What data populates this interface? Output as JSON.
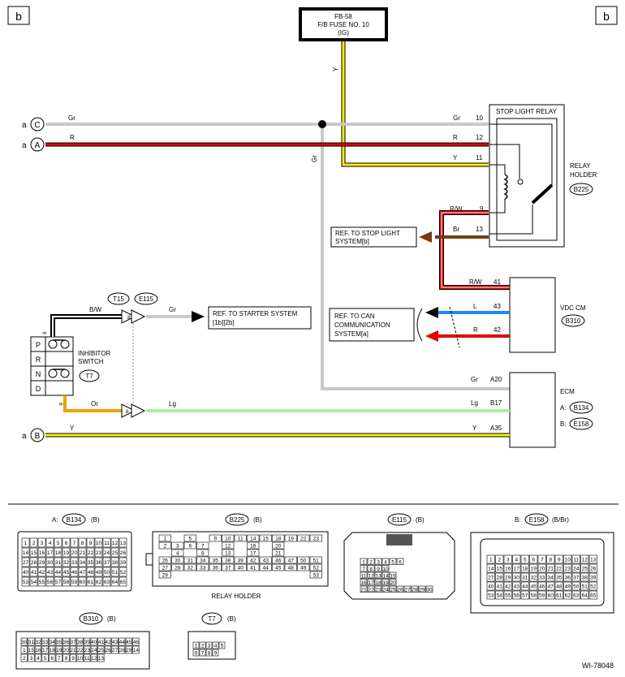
{
  "corner_marks": {
    "left": "b",
    "right": "b"
  },
  "fuse": {
    "line1": "FB-58",
    "line2": "F/B FUSE NO. 10",
    "line3": "(IG)"
  },
  "connectors_left": [
    {
      "prefix": "a",
      "letter": "C"
    },
    {
      "prefix": "a",
      "letter": "A"
    },
    {
      "prefix": "a",
      "letter": "B"
    }
  ],
  "wires": {
    "y_fuse": "Y",
    "gr_left": "Gr",
    "r_left": "R",
    "gr_vert": "Gr",
    "gr_10": "Gr",
    "r_12": "R",
    "y_11": "Y",
    "rw_9": "R/W",
    "br_13": "Br",
    "rw_41": "R/W",
    "l_43": "L",
    "r_42": "R",
    "gr_a20": "Gr",
    "lg_b17": "Lg",
    "y_a35": "Y",
    "bw": "B/W",
    "gr_starter": "Gr",
    "or": "Or",
    "lg": "Lg",
    "y_bottom": "Y"
  },
  "pins": {
    "p10": "10",
    "p12": "12",
    "p11": "11",
    "p9": "9",
    "p13": "13",
    "p41": "41",
    "p43": "43",
    "p42": "42",
    "a20": "A20",
    "b17": "B17",
    "a35": "A35",
    "inh9": "9",
    "inh6": "6",
    "c8": "8",
    "c6": "6"
  },
  "relay": {
    "title": "STOP LIGHT RELAY",
    "holder1": "RELAY",
    "holder2": "HOLDER",
    "code": "B225"
  },
  "refs": {
    "stop1": "REF. TO STOP LIGHT",
    "stop2": "SYSTEM[b]",
    "starter1": "REF. TO STARTER SYSTEM",
    "starter2": "[1b][2b]",
    "can1": "REF. TO CAN",
    "can2": "COMMUNICATION",
    "can3": "SYSTEM[a]"
  },
  "vdc": {
    "label": "VDC CM",
    "code": "B310"
  },
  "ecm": {
    "label": "ECM",
    "a_label": "A:",
    "a_code": "B134",
    "b_label": "B:",
    "b_code": "E158"
  },
  "inhibitor": {
    "label1": "INHIBITOR",
    "label2": "SWITCH",
    "code": "T7",
    "positions": [
      "P",
      "R",
      "N",
      "D"
    ]
  },
  "junction": {
    "t15": "T15",
    "e115": "E115"
  },
  "bottom_connectors": {
    "b134": {
      "prefix": "A:",
      "code": "B134",
      "color": "(B)"
    },
    "b225": {
      "code": "B225",
      "color": "(B)",
      "caption": "RELAY HOLDER"
    },
    "e115": {
      "code": "E115",
      "color": "(B)"
    },
    "e158": {
      "prefix": "B:",
      "code": "E158",
      "color": "(B/Br)"
    },
    "b310": {
      "code": "B310",
      "color": "(B)"
    },
    "t7": {
      "code": "T7",
      "color": "(B)"
    }
  },
  "pin_tables": {
    "b134": [
      [
        "1",
        "2",
        "3",
        "4",
        "5",
        "6",
        "7",
        "8",
        "9",
        "10",
        "11",
        "12",
        "13"
      ],
      [
        "14",
        "15",
        "16",
        "17",
        "18",
        "19",
        "20",
        "21",
        "22",
        "23",
        "24",
        "25",
        "26"
      ],
      [
        "27",
        "28",
        "29",
        "30",
        "31",
        "32",
        "33",
        "34",
        "35",
        "36",
        "37",
        "38",
        "39"
      ],
      [
        "40",
        "41",
        "42",
        "43",
        "44",
        "45",
        "46",
        "47",
        "48",
        "49",
        "50",
        "51",
        "52"
      ],
      [
        "53",
        "54",
        "55",
        "56",
        "57",
        "58",
        "59",
        "60",
        "61",
        "62",
        "63",
        "64",
        "65"
      ]
    ],
    "b225": [
      [
        "1",
        "",
        "5",
        "",
        "9",
        "10",
        "11",
        "14",
        "15",
        "18",
        "19",
        "22",
        "23"
      ],
      [
        "2",
        "3",
        "6",
        "7",
        "",
        "12",
        "",
        "16",
        "",
        "20",
        "",
        "",
        ""
      ],
      [
        "",
        "4",
        "",
        "8",
        "",
        "13",
        "",
        "17",
        "",
        "21",
        "",
        "",
        ""
      ],
      [
        "26",
        "30",
        "31",
        "34",
        "35",
        "38",
        "39",
        "42",
        "43",
        "46",
        "47",
        "50",
        "51"
      ],
      [
        "27",
        "28",
        "32",
        "33",
        "36",
        "37",
        "40",
        "41",
        "44",
        "45",
        "48",
        "49",
        "52"
      ],
      [
        "29",
        "",
        "",
        "",
        "",
        "",
        "",
        "",
        "",
        "",
        "",
        "",
        "53"
      ]
    ],
    "e115": [
      [
        "1",
        "2",
        "3",
        "4",
        "5",
        "6"
      ],
      [
        "7",
        "8",
        "9",
        "10"
      ],
      [
        "11",
        "12",
        "13",
        "14",
        "15"
      ],
      [
        "16",
        "17",
        "18",
        "19",
        "20"
      ],
      [
        "21",
        "22",
        "23",
        "24",
        "25",
        "26",
        "27",
        "28",
        "29",
        "30"
      ]
    ],
    "e158": [
      [
        "1",
        "2",
        "3",
        "4",
        "5",
        "6",
        "7",
        "8",
        "9",
        "10",
        "11",
        "12",
        "13"
      ],
      [
        "14",
        "15",
        "16",
        "17",
        "18",
        "19",
        "20",
        "21",
        "22",
        "23",
        "24",
        "25",
        "26"
      ],
      [
        "27",
        "28",
        "29",
        "30",
        "31",
        "32",
        "33",
        "34",
        "35",
        "36",
        "37",
        "38",
        "39"
      ],
      [
        "40",
        "41",
        "42",
        "43",
        "44",
        "45",
        "46",
        "47",
        "48",
        "49",
        "50",
        "51",
        "52"
      ],
      [
        "53",
        "54",
        "55",
        "56",
        "57",
        "58",
        "59",
        "60",
        "61",
        "62",
        "63",
        "64",
        "65"
      ]
    ],
    "b310": [
      [
        "30",
        "31",
        "32",
        "33",
        "34",
        "35",
        "36",
        "37",
        "38",
        "39",
        "40",
        "41",
        "42",
        "43",
        "44",
        "45",
        "46"
      ],
      [
        "1",
        "15",
        "16",
        "17",
        "18",
        "19",
        "20",
        "21",
        "22",
        "23",
        "24",
        "25",
        "26",
        "27",
        "28",
        "29",
        "14"
      ],
      [
        "2",
        "3",
        "4",
        "5",
        "6",
        "7",
        "8",
        "9",
        "10",
        "11",
        "12",
        "13"
      ]
    ],
    "t7": [
      [
        "1",
        "2",
        "3",
        "4",
        "5"
      ],
      [
        "6",
        "7",
        "8",
        "9"
      ]
    ]
  },
  "footer": {
    "code": "WI-78048"
  },
  "colors": {
    "gray": "#c8c8c8",
    "red": "#e00000",
    "yellow": "#ffee00",
    "brown": "#7a3a10",
    "blue": "#1e88ff",
    "orange": "#f0a000",
    "green": "#a8f0a0"
  }
}
